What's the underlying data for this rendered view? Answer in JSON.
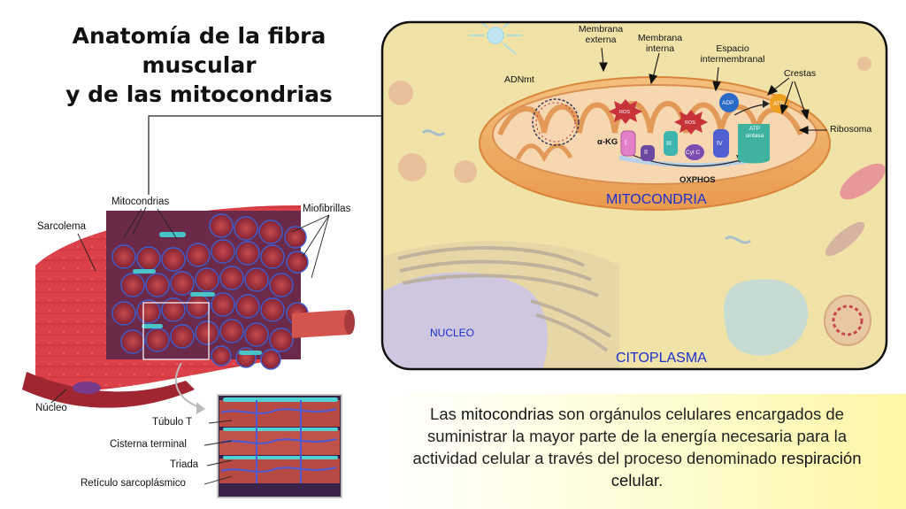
{
  "title_line1": "Anatomía de la fibra muscular",
  "title_line2": "y de las mitocondrias",
  "fiber_labels": {
    "mitocondrias": "Mitocondrias",
    "miofibrillas": "Miofibrillas",
    "sarcolema": "Sarcolema",
    "nucleo": "Núcleo"
  },
  "inset_labels": {
    "tubulo_t": "Túbulo T",
    "cisterna_terminal": "Cisterna terminal",
    "triada": "Triada",
    "reticulo": "Retículo sarcoplásmico"
  },
  "cell_labels": {
    "membrana_externa_1": "Membrana",
    "membrana_externa_2": "externa",
    "membrana_interna_1": "Membrana",
    "membrana_interna_2": "interna",
    "espacio_1": "Espacio",
    "espacio_2": "intermembranal",
    "crestas": "Crestas",
    "adnmt": "ADNmt",
    "ribosoma": "Ribosoma",
    "akg": "α-KG",
    "oxphos": "OXPHOS",
    "mitocondria": "MITOCONDRIA",
    "nucleo": "NUCLEO",
    "citoplasma": "CITOPLASMA"
  },
  "complexes": {
    "c1": "I",
    "c2": "II",
    "c3": "III",
    "cytc": "Cyt C",
    "c4": "IV",
    "atp_sintasa_1": "ATP",
    "atp_sintasa_2": "sintasa",
    "adp": "ADP",
    "atp": "ATP",
    "ros": "ROS"
  },
  "description": {
    "part1": "Las ",
    "highlight1": "mitocondrias",
    "part2": " son orgánulos celulares encargados de suministrar la mayor parte de la energía necesaria para la actividad celular a través del proceso denominado ",
    "highlight2": "respiración celular",
    "part3": "."
  },
  "colors": {
    "frame_bg": "#f1e3a8",
    "mito_outer": "#f2b46a",
    "mito_inner": "#e89a4d",
    "label_blue": "#1a2fd0",
    "fiber_red": "#c8373d",
    "reticulum_blue": "#3a6fd8"
  }
}
